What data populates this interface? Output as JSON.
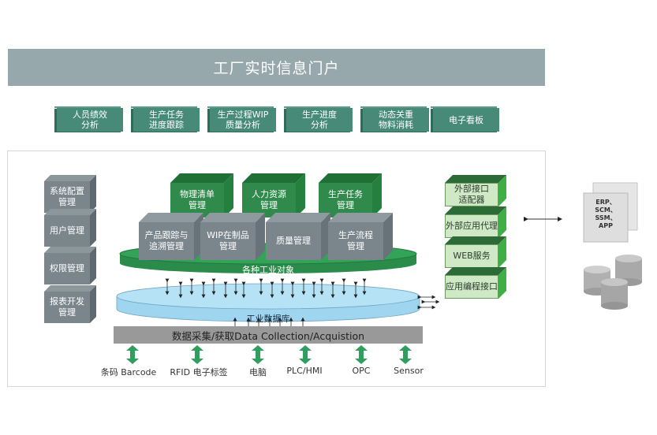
{
  "portal": {
    "title": "工厂实时信息门户"
  },
  "analytics": [
    {
      "line1": "人员绩效",
      "line2": "分析"
    },
    {
      "line1": "生产任务",
      "line2": "进度跟踪"
    },
    {
      "line1": "生产过程WIP",
      "line2": "质量分析"
    },
    {
      "line1": "生产进度",
      "line2": "分析"
    },
    {
      "line1": "动态关重",
      "line2": "物料消耗"
    },
    {
      "line1": "电子看板",
      "line2": ""
    }
  ],
  "admin_modules": [
    {
      "line1": "系统配置",
      "line2": "管理"
    },
    {
      "line1": "用户管理",
      "line2": ""
    },
    {
      "line1": "权限管理",
      "line2": ""
    },
    {
      "line1": "报表开发",
      "line2": "管理"
    }
  ],
  "green_modules": [
    {
      "line1": "物理清单",
      "line2": "管理"
    },
    {
      "line1": "人力资源",
      "line2": "管理"
    },
    {
      "line1": "生产任务",
      "line2": "管理"
    }
  ],
  "gray_modules": [
    {
      "line1": "产品跟踪与",
      "line2": "追溯管理"
    },
    {
      "line1": "WIP在制品",
      "line2": "管理"
    },
    {
      "line1": "质量管理",
      "line2": ""
    },
    {
      "line1": "生产流程",
      "line2": "管理"
    }
  ],
  "layers": {
    "objects": "各种工业对象",
    "database": "工业数据库",
    "collection": "数据采集/获取Data Collection/Acquistion"
  },
  "sources": [
    "条码 Barcode",
    "RFID 电子标签",
    "电脑",
    "PLC/HMI",
    "OPC",
    "Sensor"
  ],
  "interfaces": [
    {
      "line1": "外部接口",
      "line2": "适配器"
    },
    {
      "line1": "外部应用代理",
      "line2": ""
    },
    {
      "line1": "WEB服务",
      "line2": ""
    },
    {
      "line1": "应用编程接口",
      "line2": ""
    }
  ],
  "external": {
    "systems": [
      "ERP、",
      "SCM、",
      "SSM、",
      "APP"
    ]
  },
  "colors": {
    "portal": "#97a8ad",
    "analytics": "#478a77",
    "module_green": "#2f8a4b",
    "module_gray": "#7a868c",
    "objects_disc": "#2f9e55",
    "database_disc": "#a9dcf2",
    "interface_box": "#cfe8c6",
    "source_arrow": "#2f9e5e"
  }
}
